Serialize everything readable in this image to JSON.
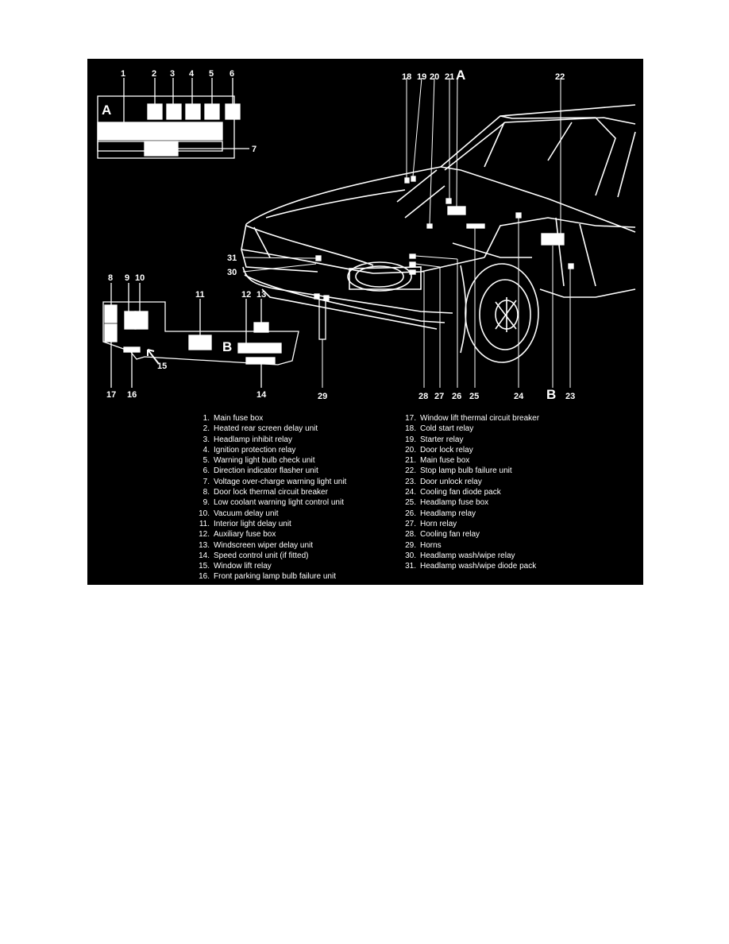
{
  "colors": {
    "background": "#000000",
    "line": "#ffffff",
    "page": "#ffffff"
  },
  "box_labels": {
    "a_inset": "A",
    "b_inset": "B",
    "a_car": "A",
    "b_car": "B"
  },
  "callouts": {
    "c1": "1",
    "c2": "2",
    "c3": "3",
    "c4": "4",
    "c5": "5",
    "c6": "6",
    "c7": "7",
    "c8": "8",
    "c9": "9",
    "c10": "10",
    "c11": "11",
    "c12": "12",
    "c13": "13",
    "c14": "14",
    "c15": "15",
    "c16": "16",
    "c17": "17",
    "c18": "18",
    "c19": "19",
    "c20": "20",
    "c21": "21",
    "c22": "22",
    "c23": "23",
    "c24": "24",
    "c25": "25",
    "c26": "26",
    "c27": "27",
    "c28": "28",
    "c29": "29",
    "c30": "30",
    "c31": "31"
  },
  "legend_left": [
    {
      "num": "1.",
      "label": "Main fuse box"
    },
    {
      "num": "2.",
      "label": "Heated rear screen delay unit"
    },
    {
      "num": "3.",
      "label": "Headlamp inhibit relay"
    },
    {
      "num": "4.",
      "label": "Ignition protection relay"
    },
    {
      "num": "5.",
      "label": "Warning light bulb check unit"
    },
    {
      "num": "6.",
      "label": "Direction indicator flasher unit"
    },
    {
      "num": "7.",
      "label": "Voltage over-charge warning light unit"
    },
    {
      "num": "8.",
      "label": "Door lock thermal circuit breaker"
    },
    {
      "num": "9.",
      "label": "Low coolant warning light control unit"
    },
    {
      "num": "10.",
      "label": "Vacuum delay unit"
    },
    {
      "num": "11.",
      "label": "Interior light delay unit"
    },
    {
      "num": "12.",
      "label": "Auxiliary fuse box"
    },
    {
      "num": "13.",
      "label": "Windscreen wiper delay unit"
    },
    {
      "num": "14.",
      "label": "Speed control unit (if fitted)"
    },
    {
      "num": "15.",
      "label": "Window lift relay"
    },
    {
      "num": "16.",
      "label": "Front parking lamp bulb failure unit"
    }
  ],
  "legend_right": [
    {
      "num": "17.",
      "label": "Window lift thermal circuit breaker"
    },
    {
      "num": "18.",
      "label": "Cold start relay"
    },
    {
      "num": "19.",
      "label": "Starter relay"
    },
    {
      "num": "20.",
      "label": "Door lock relay"
    },
    {
      "num": "21.",
      "label": "Main fuse box"
    },
    {
      "num": "22.",
      "label": "Stop lamp bulb failure unit"
    },
    {
      "num": "23.",
      "label": "Door unlock relay"
    },
    {
      "num": "24.",
      "label": "Cooling fan diode pack"
    },
    {
      "num": "25.",
      "label": "Headlamp fuse box"
    },
    {
      "num": "26.",
      "label": "Headlamp relay"
    },
    {
      "num": "27.",
      "label": "Horn relay"
    },
    {
      "num": "28.",
      "label": "Cooling fan relay"
    },
    {
      "num": "29.",
      "label": "Horns"
    },
    {
      "num": "30.",
      "label": "Headlamp wash/wipe relay"
    },
    {
      "num": "31.",
      "label": "Headlamp wash/wipe diode pack"
    }
  ]
}
